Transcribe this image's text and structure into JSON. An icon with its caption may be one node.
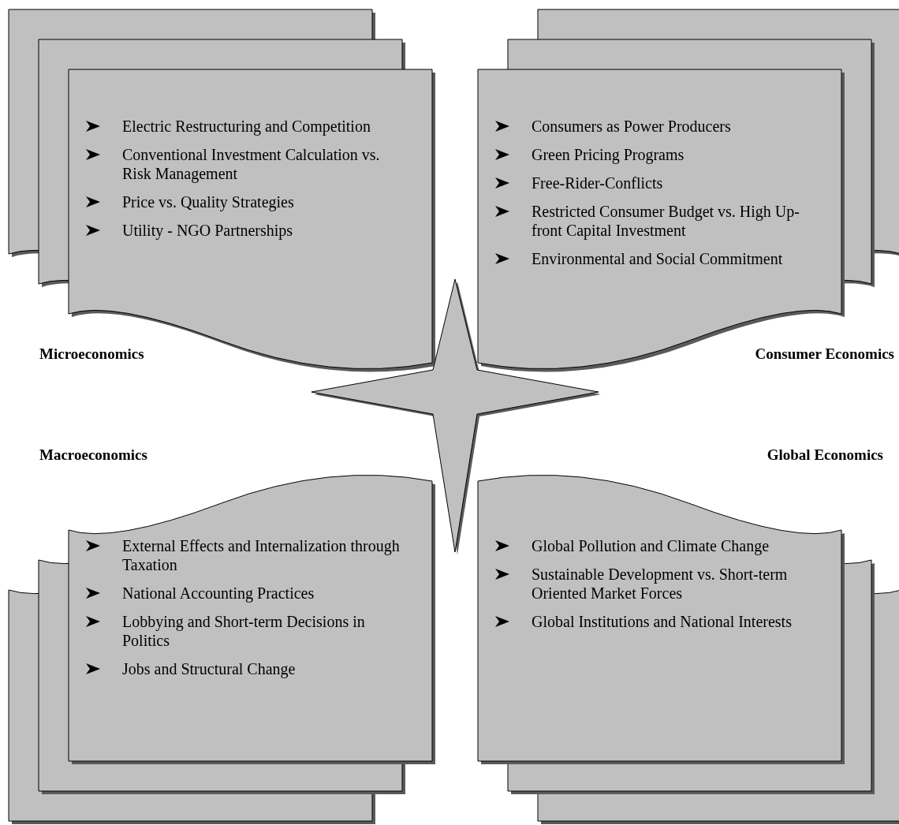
{
  "diagram": {
    "nodes": [
      {
        "text": [
          "Microeconomics",
          "Electric Restructuring and Competition",
          "Conventional Investment Calculation vs. Risk Management",
          "Price vs. Quality Strategies",
          "Utility - NGO Partnerships"
        ]
      },
      {
        "text": [
          "Consumer Economics",
          "Consumers as Power Producers",
          "Green Pricing Programs",
          "Free-Rider-Conflicts",
          "Restricted Consumer Budget vs. High Up-front Capital Investment",
          "Environmental and Social Commitment"
        ]
      },
      {
        "text": [
          "Macroeconomics",
          "External Effects and Internalization through Taxation",
          "National Accounting Practices",
          "Lobbying and Short-term Decisions in Politics",
          "Jobs and Structural Change"
        ]
      },
      {
        "text": [
          "Global Economics",
          "Global Pollution and Climate Change",
          "Sustainable Development vs. Short-term Oriented Market Forces",
          "Global Institutions and National Interests"
        ]
      },
      {
        "text": [],
        "shape": "star"
      }
    ],
    "edges": []
  }
}
